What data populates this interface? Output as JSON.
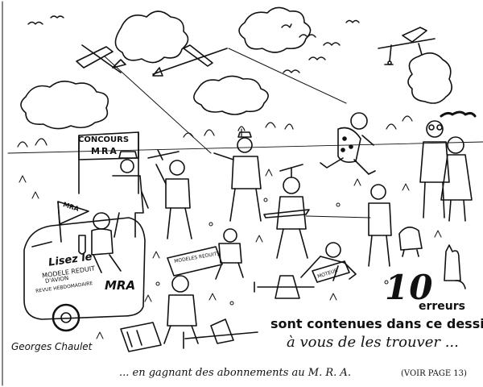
{
  "headline": {
    "number": "10",
    "word": "erreurs",
    "line1": "sont contenues dans ce dessin",
    "line2": "à vous de les trouver ..."
  },
  "footer": {
    "caption": "... en gagnant des abonnements au M. R. A.",
    "page_ref": "(VOIR PAGE 13)"
  },
  "signature": "Georges Chaulet",
  "scene_lettering": {
    "banner_top": "CONCOURS",
    "banner_mid": "MRA",
    "van_line1": "Lisez le",
    "van_line2": "MODELE REDUIT",
    "van_line3": "D'AVION",
    "van_line4": "REVUE HEBDOMADAIRE",
    "van_line5": "",
    "van_mra": "MRA",
    "flag_text": "MRA",
    "box_text": "MODELES REDUITS",
    "crate_text": "MOTEUR"
  }
}
